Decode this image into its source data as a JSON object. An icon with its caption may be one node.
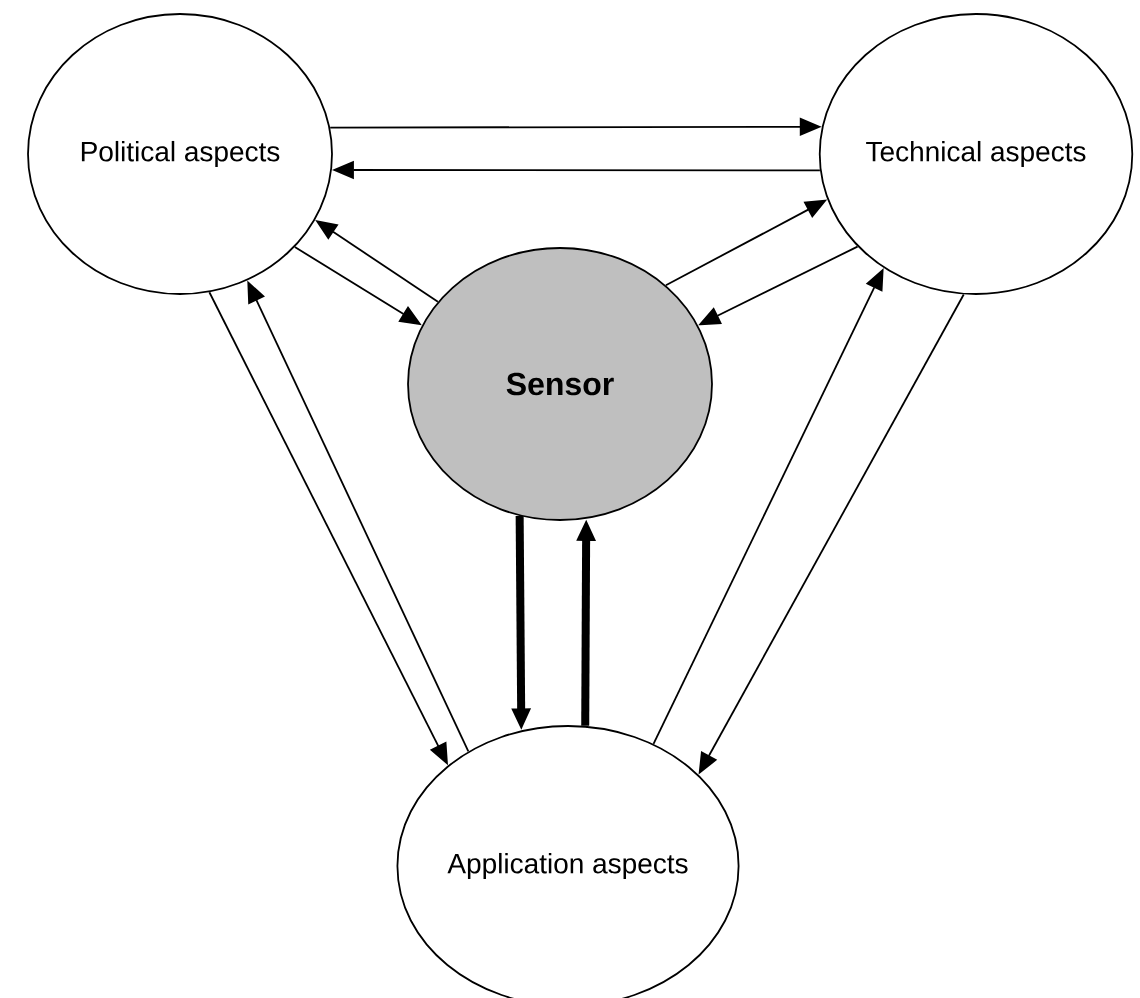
{
  "diagram": {
    "nodes": [
      {
        "text": [
          "Political aspects"
        ]
      },
      {
        "text": [
          "Technical aspects"
        ]
      },
      {
        "text": [
          "Sensor"
        ]
      },
      {
        "text": [
          "Application aspects"
        ]
      }
    ],
    "edges": [
      {
        "from": 0,
        "to": 1,
        "arrow": "to"
      },
      {
        "from": 1,
        "to": 0,
        "arrow": "to"
      },
      {
        "from": 2,
        "to": 0,
        "arrow": "to"
      },
      {
        "from": 0,
        "to": 2,
        "arrow": "to"
      },
      {
        "from": 2,
        "to": 1,
        "arrow": "to"
      },
      {
        "from": 1,
        "to": 2,
        "arrow": "to"
      },
      {
        "from": 0,
        "to": 3,
        "arrow": "to"
      },
      {
        "from": 3,
        "to": 0,
        "arrow": "to"
      },
      {
        "from": 3,
        "to": 1,
        "arrow": "to"
      },
      {
        "from": 1,
        "to": 3,
        "arrow": "to"
      },
      {
        "from": 2,
        "to": 3,
        "arrow": "to",
        "style": "thick"
      },
      {
        "from": 3,
        "to": 2,
        "arrow": "to",
        "style": "thick"
      }
    ]
  }
}
